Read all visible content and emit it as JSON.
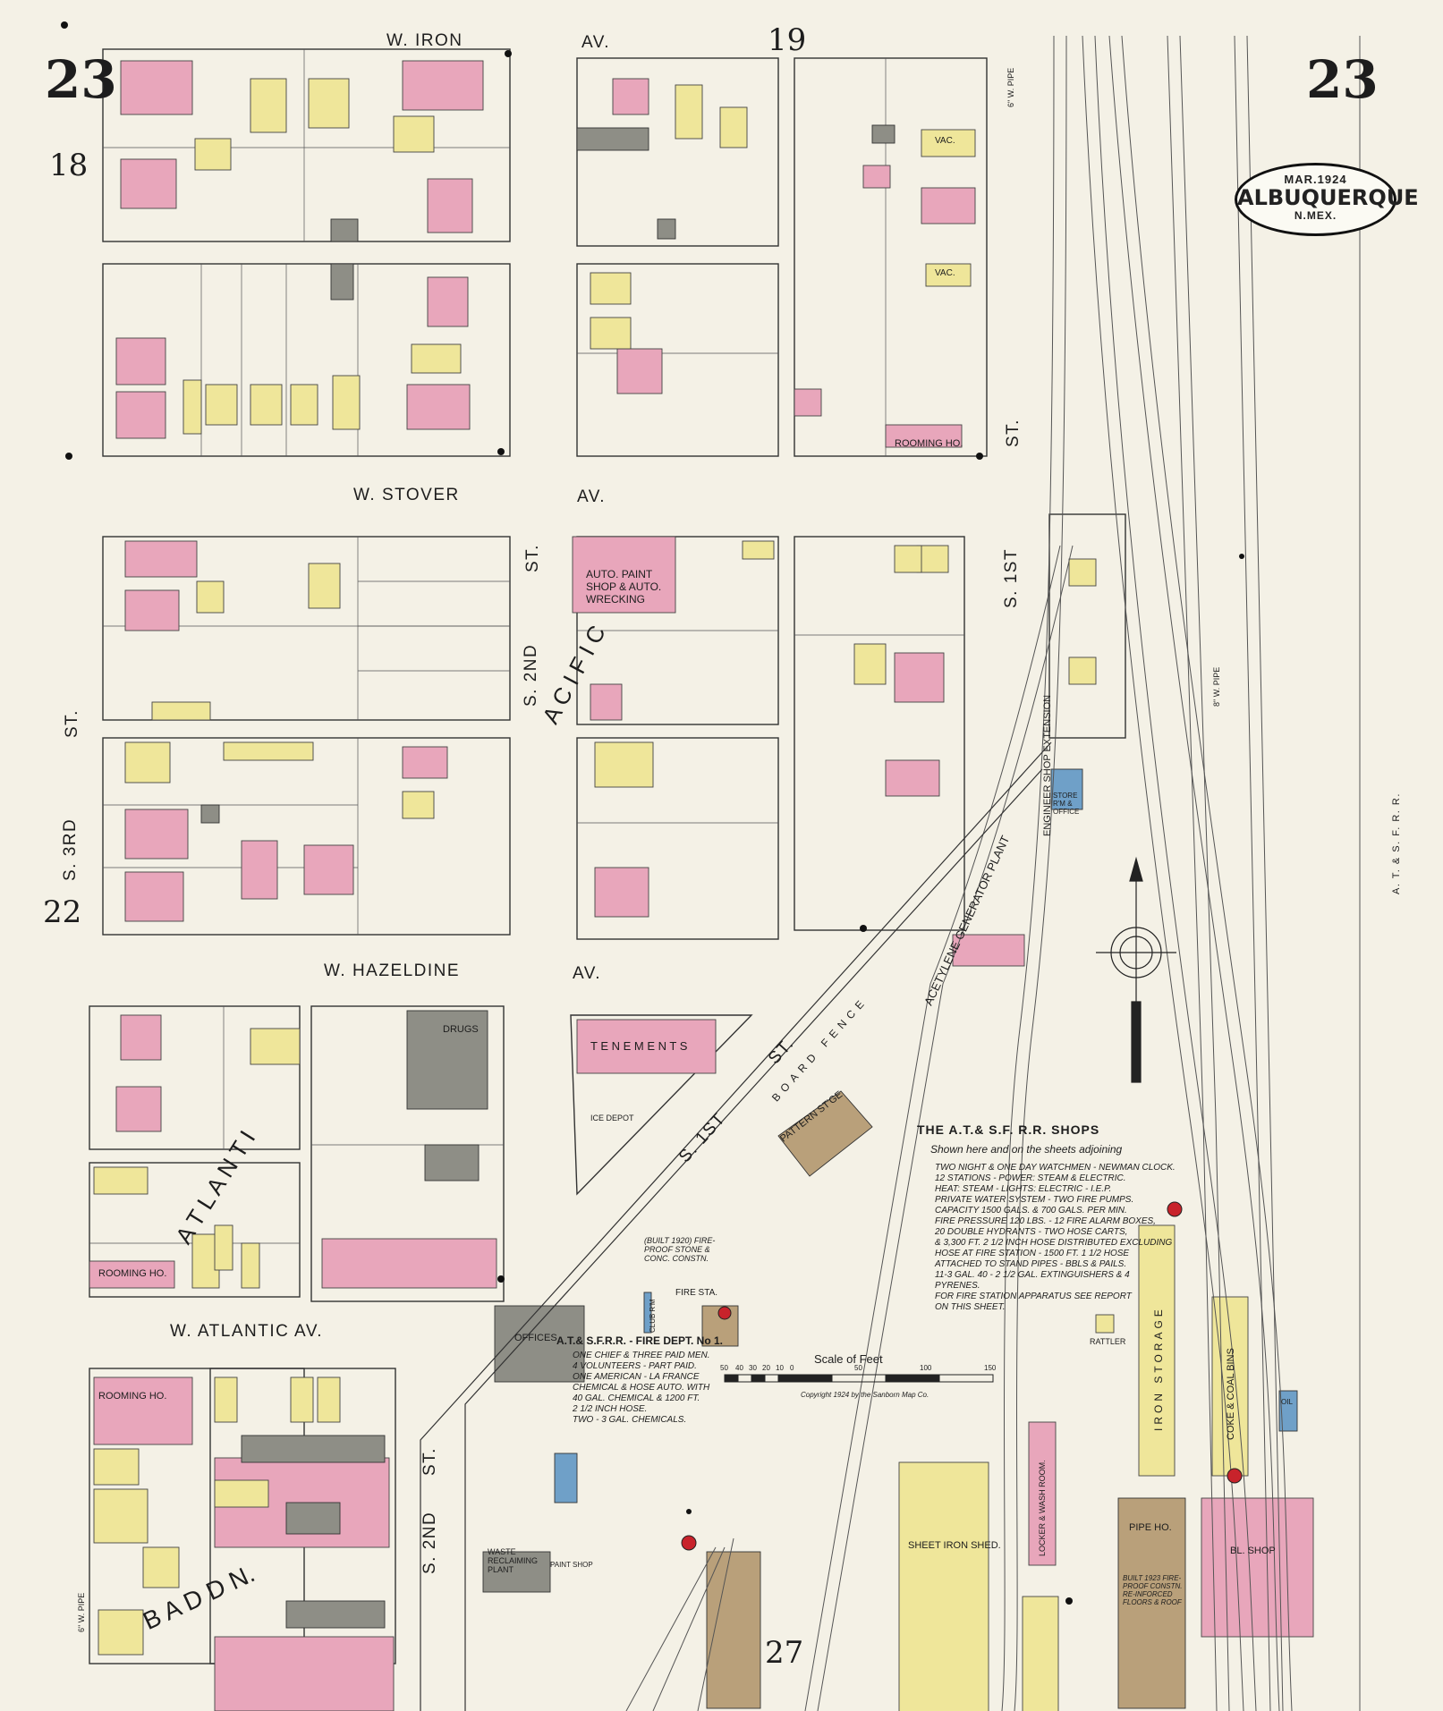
{
  "sheet": {
    "number": "23",
    "adjoining_top": "19",
    "adjoining_left_top": "18",
    "adjoining_left_bottom": "22",
    "adjoining_bottom": "27"
  },
  "cartouche": {
    "date": "MAR.1924",
    "city": "ALBUQUERQUE",
    "state": "N.MEX."
  },
  "streets": {
    "w_iron": "W. IRON",
    "av1": "AV.",
    "w_stover": "W. STOVER",
    "av2": "AV.",
    "w_hazeldine": "W. HAZELDINE",
    "av3": "AV.",
    "w_atlantic": "W. ATLANTIC AV.",
    "s3rd_a": "ST.",
    "s3rd_b": "S. 3RD",
    "s2nd_a": "ST.",
    "s2nd_b": "S. 2ND",
    "s2nd_c": "S. 2ND",
    "s2nd_d": "ST.",
    "s1st_a": "S. 1ST",
    "s1st_b": "ST.",
    "s1st_c": "S. 1ST",
    "s1st_d": "ST.",
    "atsf": "A. T. & S. F. R. R.",
    "board_fence": "BOARD FENCE",
    "b_addn": "B   A   D   D   N.",
    "pacific_addn": "A   C   I   F   I   C",
    "atlantic_addn": "A   T   L   A   N   T   I"
  },
  "buildings": {
    "auto_paint": "AUTO. PAINT SHOP & AUTO. WRECKING",
    "rooming1": "ROOMING HO.",
    "rooming2": "ROOMING HO.",
    "rooming3": "ROOMING HO.",
    "drugs": "DRUGS",
    "tenements": "T E N E M E N T S",
    "ice_depot": "ICE DEPOT",
    "pattern_shop": "PATTERN ST'GE",
    "acetylene": "ACETYLENE GENERATOR PLANT",
    "engineer_shop": "ENGINEER SHOP EXTENSION",
    "store_office": "STORE R'M & OFFICE",
    "fire_sta": "FIRE STA.",
    "club_rm": "CLUB R'M",
    "offices": "OFFICES",
    "waste": "WASTE RECLAIMING PLANT",
    "paint_shop": "PAINT SHOP",
    "sheet_iron": "SHEET IRON SHED.",
    "locker": "LOCKER & WASH ROOM.",
    "pipe_ho": "PIPE HO.",
    "bl_shop": "BL. SHOP",
    "iron_storage": "IRON STORAGE",
    "coke": "COKE & COAL BINS",
    "oil": "OIL",
    "rattler": "RATTLER",
    "vac1": "VAC.",
    "vac2": "VAC."
  },
  "notes": {
    "shops_title": "THE A.T.& S.F. R.R. SHOPS",
    "shops_sub": "Shown here and on the sheets adjoining",
    "shops_body": [
      "TWO NIGHT & ONE DAY WATCHMEN - NEWMAN CLOCK.",
      "12 STATIONS - POWER: STEAM & ELECTRIC.",
      "HEAT: STEAM - LIGHTS: ELECTRIC - I.E.P.",
      "PRIVATE WATER SYSTEM - TWO FIRE PUMPS.",
      "CAPACITY 1500 GALS. & 700 GALS. PER MIN.",
      "FIRE PRESSURE 120 LBS. - 12 FIRE ALARM BOXES,",
      "20 DOUBLE HYDRANTS - TWO HOSE CARTS,",
      "& 3,300 FT. 2 1/2 INCH HOSE DISTRIBUTED EXCLUDING",
      "HOSE AT FIRE STATION - 1500 FT. 1 1/2 HOSE",
      "ATTACHED TO STAND PIPES - BBLS & PAILS.",
      "11-3 GAL. 40 - 2 1/2 GAL. EXTINGUISHERS & 4",
      "PYRENES.",
      "FOR FIRE STATION APPARATUS SEE REPORT",
      "ON THIS SHEET."
    ],
    "fire_dept_title": "A.T.& S.F.R.R. - FIRE DEPT. No 1.",
    "fire_dept_body": [
      "ONE CHIEF & THREE PAID MEN.",
      "4 VOLUNTEERS - PART PAID.",
      "ONE AMERICAN - LA FRANCE",
      "CHEMICAL & HOSE AUTO. WITH",
      "40 GAL. CHEMICAL & 1200 FT.",
      "2 1/2 INCH HOSE.",
      "TWO - 3 GAL. CHEMICALS."
    ],
    "built_1920": "(BUILT 1920) FIRE-PROOF STONE & CONC. CONSTN.",
    "built_1923": "BUILT 1923 FIRE-PROOF CONSTN. RE-INFORCED FLOORS & ROOF",
    "scale_title": "Scale of Feet",
    "scale_ticks": [
      "50",
      "40",
      "30",
      "20",
      "10",
      "0",
      "50",
      "100",
      "150"
    ],
    "copyright": "Copyright 1924 by the Sanborn Map Co.",
    "pipe1": "6\" W. PIPE",
    "pipe2": "8\" W. PIPE",
    "pipe3": "6\" W. PIPE"
  },
  "colors": {
    "brick": "#e8a6bb",
    "frame": "#efe69a",
    "stone": "#8e8e86",
    "concrete": "#b9a07a",
    "iron": "#6fa0c8",
    "background": "#f4f1e6",
    "hydrant": "#c8232b"
  }
}
